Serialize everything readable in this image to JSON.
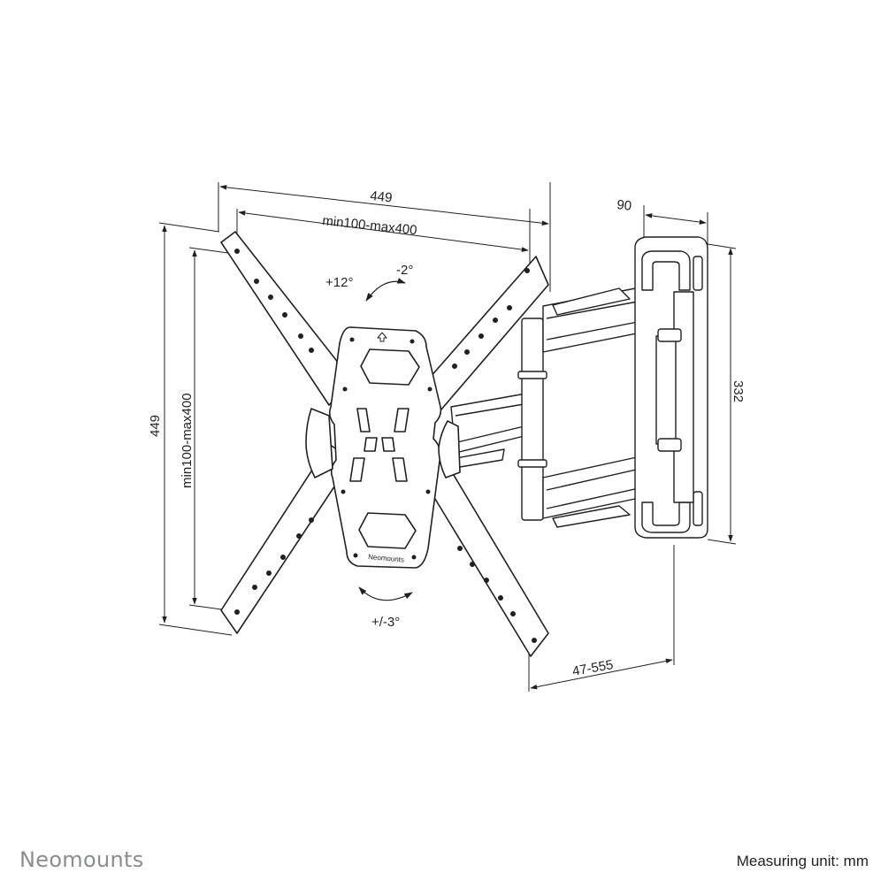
{
  "drawing": {
    "overall_width": "449",
    "vesa_width": "min100-max400",
    "overall_height": "449",
    "vesa_height": "min100-max400",
    "depth_bracket": "90",
    "wallplate_height": "332",
    "extension": "47-555",
    "tilt_up": "+12°",
    "tilt_down": "-2°",
    "level": "+/-3°",
    "plate_brand": "Neomounts"
  },
  "footer": {
    "brand": "Neomounts",
    "units": "Measuring unit: mm"
  }
}
